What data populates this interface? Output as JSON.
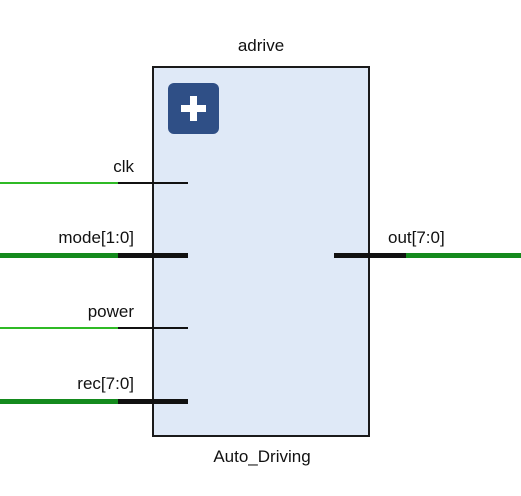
{
  "block": {
    "instance_name": "adrive",
    "module_name": "Auto_Driving",
    "expand_icon": "plus-icon"
  },
  "ports": {
    "inputs": [
      {
        "name": "clk",
        "bus": false
      },
      {
        "name": "mode[1:0]",
        "bus": true
      },
      {
        "name": "power",
        "bus": false
      },
      {
        "name": "rec[7:0]",
        "bus": true
      }
    ],
    "outputs": [
      {
        "name": "out[7:0]",
        "bus": true
      }
    ]
  },
  "colors": {
    "block_fill": "#dfe9f7",
    "block_border": "#1a1a1a",
    "expand_button": "#2f4f86",
    "net_single": "#2fba25",
    "net_bus": "#148a1d",
    "pin": "#111111"
  }
}
